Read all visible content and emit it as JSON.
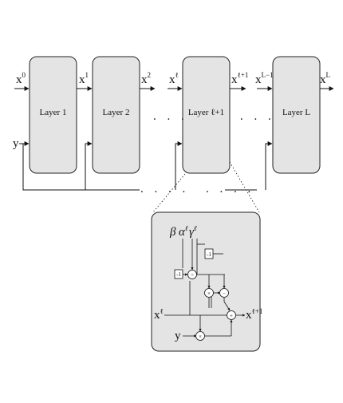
{
  "layers": [
    {
      "label": "Layer 1"
    },
    {
      "label": "Layer 2"
    },
    {
      "label": "Layer ℓ+1"
    },
    {
      "label": "Layer L"
    }
  ],
  "signals": {
    "x_in": {
      "base": "x",
      "sup": "0"
    },
    "x_1": {
      "base": "x",
      "sup": "1"
    },
    "x_2": {
      "base": "x",
      "sup": "2"
    },
    "x_l_in": {
      "base": "x",
      "sup": "ℓ"
    },
    "x_l1": {
      "base": "x",
      "sup": "ℓ+1"
    },
    "x_L1": {
      "base": "x",
      "sup": "L−1"
    },
    "x_L": {
      "base": "x",
      "sup": "L"
    },
    "y": "y"
  },
  "ellipsis": ". . .",
  "detail": {
    "beta": "β",
    "alpha": {
      "base": "α",
      "sup": "ℓ"
    },
    "gamma": {
      "base": "γ",
      "sup": "ℓ"
    },
    "x_in": {
      "base": "x",
      "sup": "ℓ"
    },
    "x_out": {
      "base": "x",
      "sup": "ℓ+1"
    },
    "y": "y",
    "box_neg1": "-1",
    "box_neg1b": "-1",
    "op_div": "÷",
    "op_mul": "×",
    "op_minus": "−",
    "op_plus": "+",
    "op_times": "×"
  }
}
